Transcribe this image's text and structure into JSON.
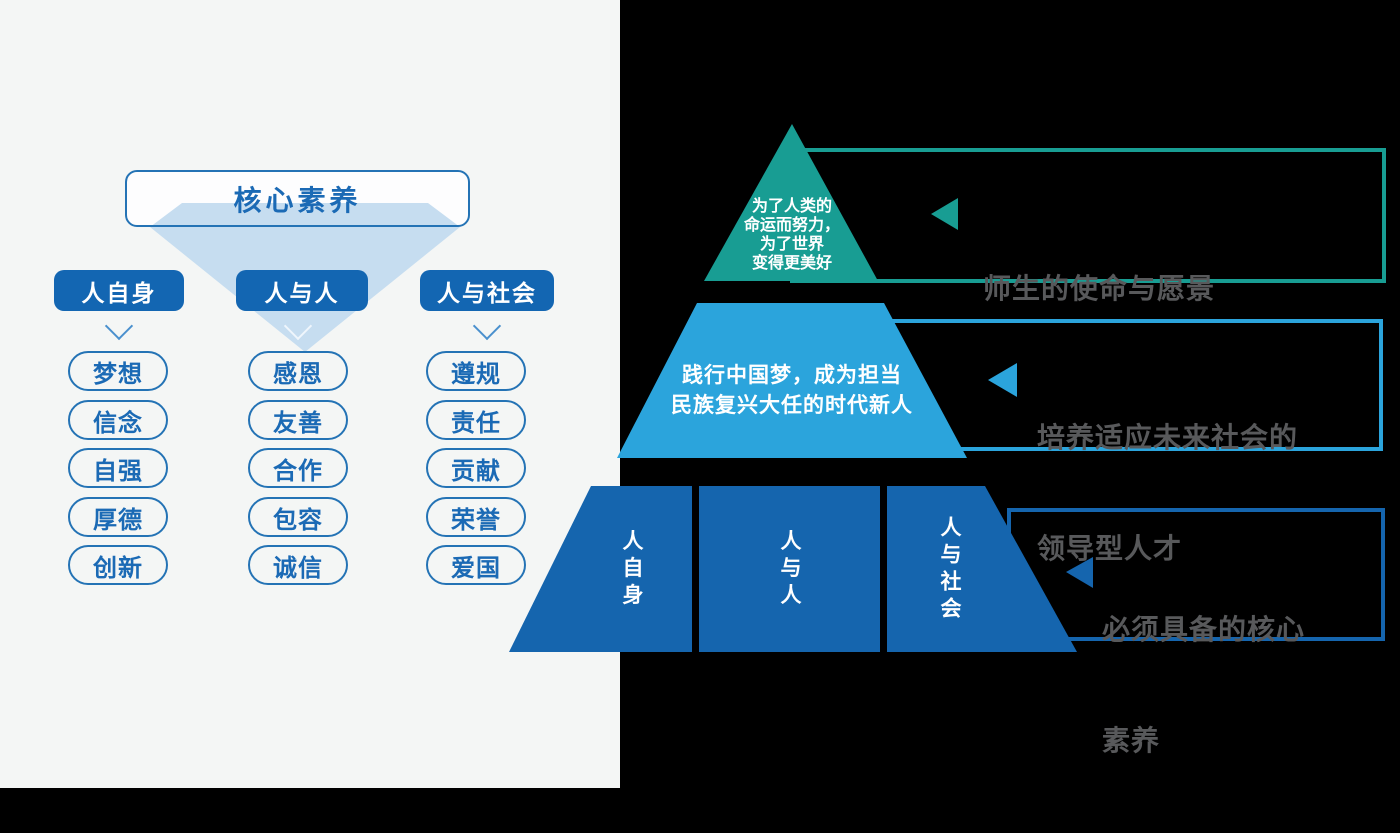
{
  "left_panel": {
    "title": "核心素养",
    "columns": [
      {
        "header": "人自身",
        "items": [
          "梦想",
          "信念",
          "自强",
          "厚德",
          "创新"
        ]
      },
      {
        "header": "人与人",
        "items": [
          "感恩",
          "友善",
          "合作",
          "包容",
          "诚信"
        ]
      },
      {
        "header": "人与社会",
        "items": [
          "遵规",
          "责任",
          "贡献",
          "荣誉",
          "爱国"
        ]
      }
    ]
  },
  "pyramid": {
    "top_lines": [
      "为了人类的",
      "命运而努力，",
      "为了世界",
      "变得更美好"
    ],
    "middle_lines": [
      "践行中国梦，成为担当",
      "民族复兴大任的时代新人"
    ],
    "bottom_segments": [
      "人自身",
      "人与人",
      "人与社会"
    ]
  },
  "annotations": [
    {
      "lines": [
        "师生的使命与愿景"
      ]
    },
    {
      "lines": [
        "培养适应未来社会的",
        "领导型人才"
      ]
    },
    {
      "lines": [
        "必须具备的核心",
        "素养"
      ]
    }
  ],
  "colors": {
    "teal": "#189D93",
    "sky_blue": "#2BA4DC",
    "deep_blue": "#1565AE",
    "pill_blue": "#1366B2",
    "outline_blue": "#2473B5",
    "text_blue": "#1B6AB5",
    "label_gray": "#58595B",
    "panel_bg": "#F4F6F5",
    "canvas_bg": "#000000",
    "funnel_blue": "#C3DBEF"
  }
}
